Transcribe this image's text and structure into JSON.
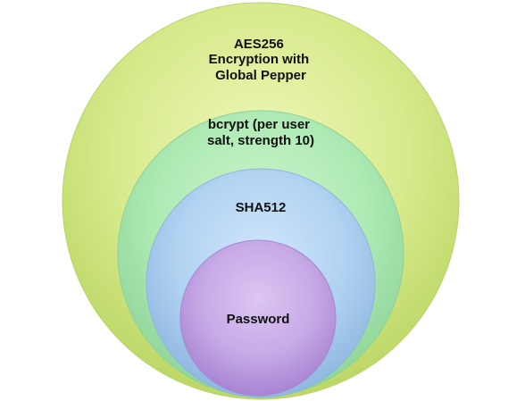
{
  "layers": [
    {
      "id": "aes",
      "lines": [
        "AES256",
        "Encryption with",
        "Global Pepper"
      ],
      "color_light": "#eef7b8",
      "color_mid": "#d7ea8c",
      "color_dark": "#bcd766"
    },
    {
      "id": "bcrypt",
      "lines": [
        "bcrypt (per user",
        "salt, strength 10)"
      ],
      "color_light": "#cff5cf",
      "color_mid": "#aeeab4",
      "color_dark": "#8fd59a"
    },
    {
      "id": "sha",
      "lines": [
        "SHA512"
      ],
      "color_light": "#cfe6fb",
      "color_mid": "#b1d2f1",
      "color_dark": "#8fb7e0"
    },
    {
      "id": "password",
      "lines": [
        "Password"
      ],
      "color_light": "#dcc6f2",
      "color_mid": "#c6a8e6",
      "color_dark": "#a884d3"
    }
  ]
}
